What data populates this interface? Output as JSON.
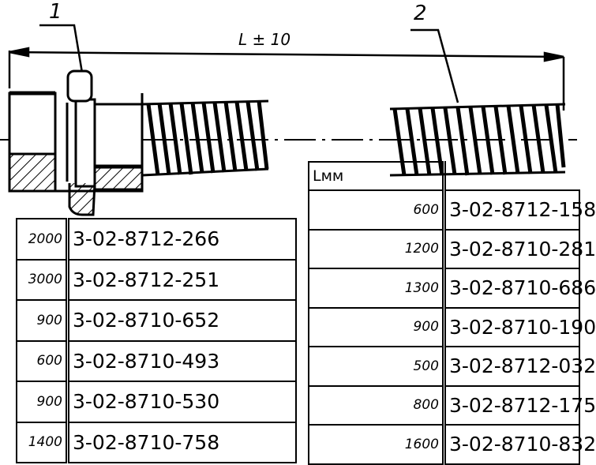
{
  "labels": {
    "part1": "1",
    "part2": "2",
    "dimension": "L ± 10"
  },
  "right_table": {
    "header": "Lмм",
    "rows": [
      {
        "length": "600",
        "code": "3-02-8712-158"
      },
      {
        "length": "1200",
        "code": "3-02-8710-281"
      },
      {
        "length": "1300",
        "code": "3-02-8710-686"
      },
      {
        "length": "900",
        "code": "3-02-8710-190"
      },
      {
        "length": "500",
        "code": "3-02-8712-032"
      },
      {
        "length": "800",
        "code": "3-02-8712-175"
      },
      {
        "length": "1600",
        "code": "3-02-8710-832"
      }
    ]
  },
  "left_table": {
    "rows": [
      {
        "length": "2000",
        "code": "3-02-8712-266"
      },
      {
        "length": "3000",
        "code": "3-02-8712-251"
      },
      {
        "length": "900",
        "code": "3-02-8710-652"
      },
      {
        "length": "600",
        "code": "3-02-8710-493"
      },
      {
        "length": "900",
        "code": "3-02-8710-530"
      },
      {
        "length": "1400",
        "code": "3-02-8710-758"
      }
    ]
  }
}
